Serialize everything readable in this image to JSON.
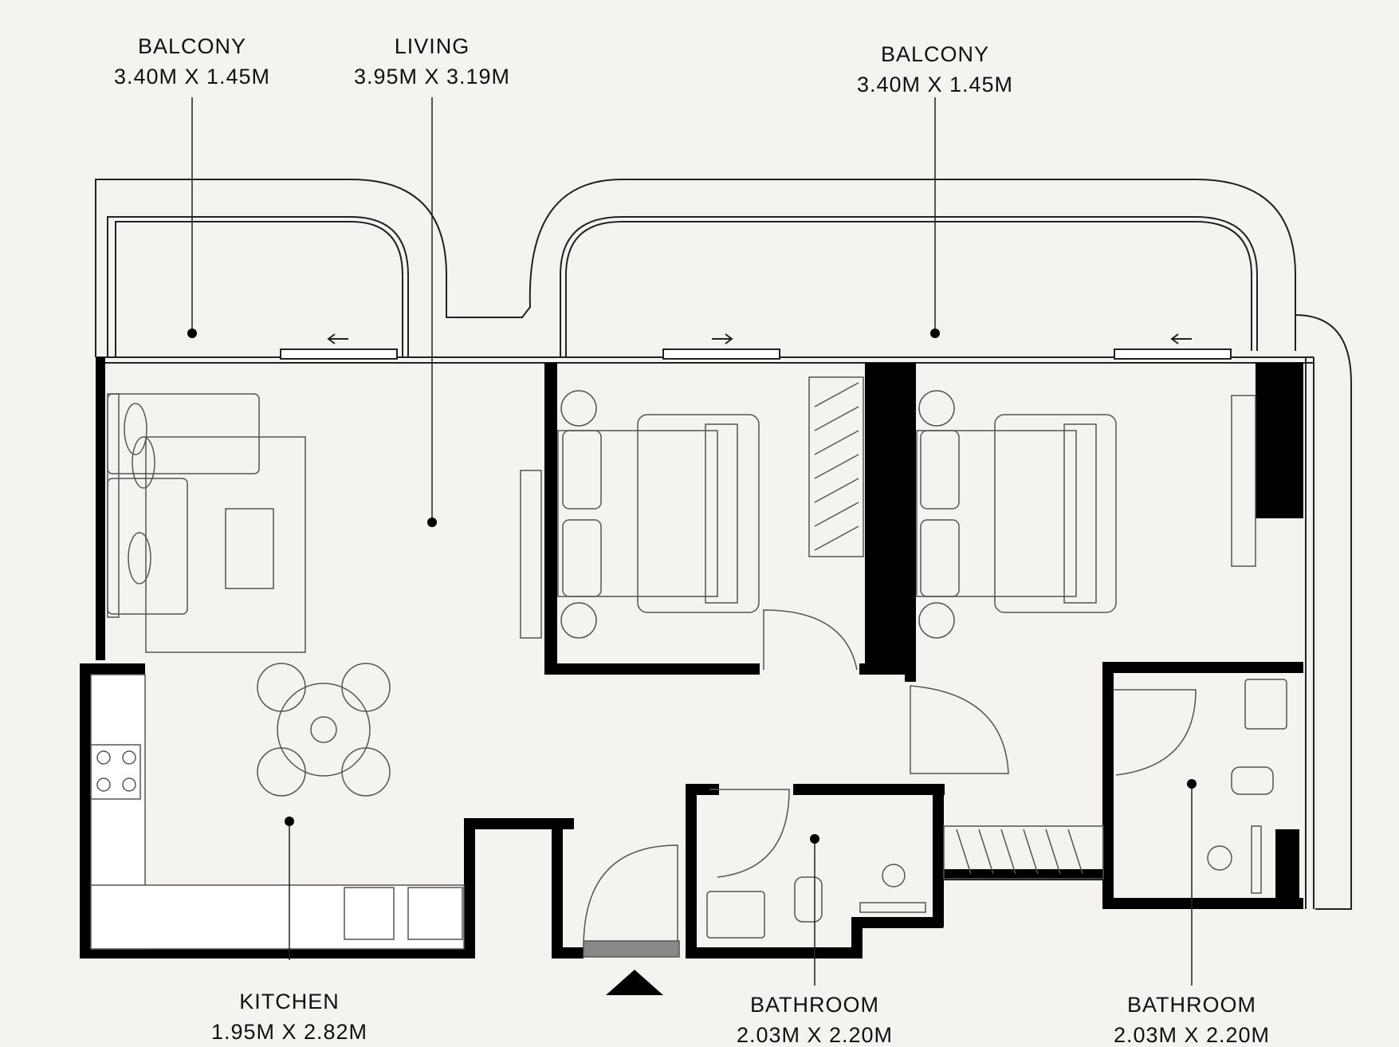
{
  "rooms": {
    "balcony_left": {
      "name": "BALCONY",
      "dims": "3.40M X 1.45M"
    },
    "living": {
      "name": "LIVING",
      "dims": "3.95M X 3.19M"
    },
    "balcony_right": {
      "name": "BALCONY",
      "dims": "3.40M X 1.45M"
    },
    "kitchen": {
      "name": "KITCHEN",
      "dims": "1.95M X 2.82M"
    },
    "bathroom_1": {
      "name": "BATHROOM",
      "dims": "2.03M X 2.20M"
    },
    "bathroom_2": {
      "name": "BATHROOM",
      "dims": "2.03M X 2.20M"
    }
  },
  "colors": {
    "background": "#f4f3ef",
    "wall": "#000000",
    "line": "#555555"
  }
}
